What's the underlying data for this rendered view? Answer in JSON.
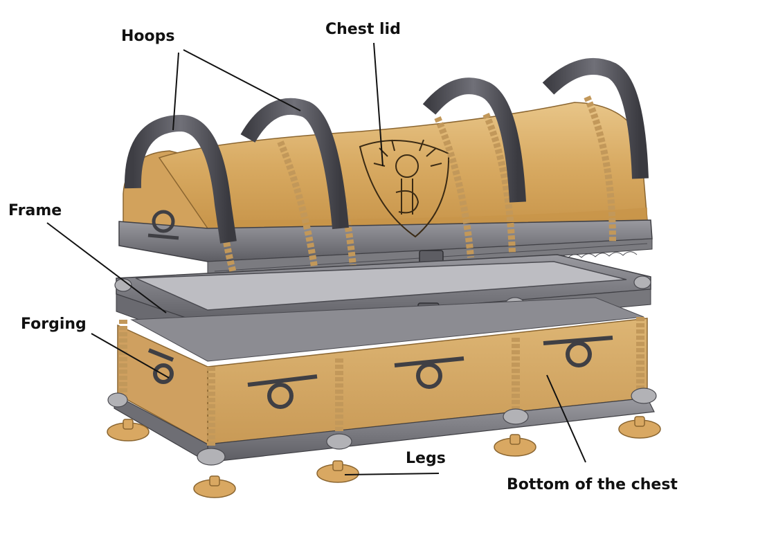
{
  "labels": {
    "hoops": "Hoops",
    "chest_lid": "Chest lid",
    "frame": "Frame",
    "forging": "Forging",
    "legs": "Legs",
    "bottom": "Bottom of the chest"
  },
  "colors": {
    "wood": "#d9a862",
    "wood_dark": "#b98a48",
    "metal": "#6e6e72",
    "metal_dark": "#3f3f44",
    "metal_light": "#a9a9ad",
    "leader": "#111111"
  }
}
